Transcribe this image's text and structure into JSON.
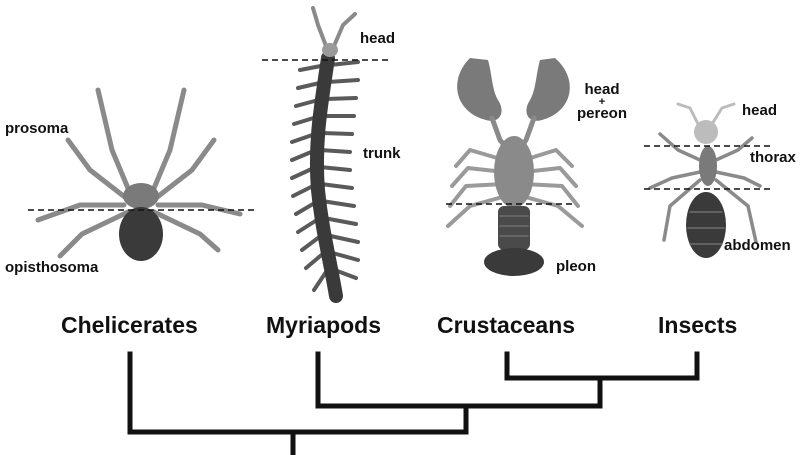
{
  "taxa": {
    "chelicerates": "Chelicerates",
    "myriapods": "Myriapods",
    "crustaceans": "Crustaceans",
    "insects": "Insects"
  },
  "labels": {
    "chelicerates": {
      "upper": "prosoma",
      "lower": "opisthosoma"
    },
    "myriapods": {
      "upper": "head",
      "lower": "trunk"
    },
    "crustaceans": {
      "upper_line1": "head",
      "upper_line2": "+",
      "upper_line3": "pereon",
      "lower": "pleon"
    },
    "insects": {
      "upper": "head",
      "middle": "thorax",
      "lower": "abdomen"
    }
  },
  "colors": {
    "ink": "#111111",
    "limb_gray": "#8a8a8a",
    "body_dark": "#3a3a3a",
    "body_mid": "#6e6e6e",
    "light_gray": "#bcbcbc"
  }
}
